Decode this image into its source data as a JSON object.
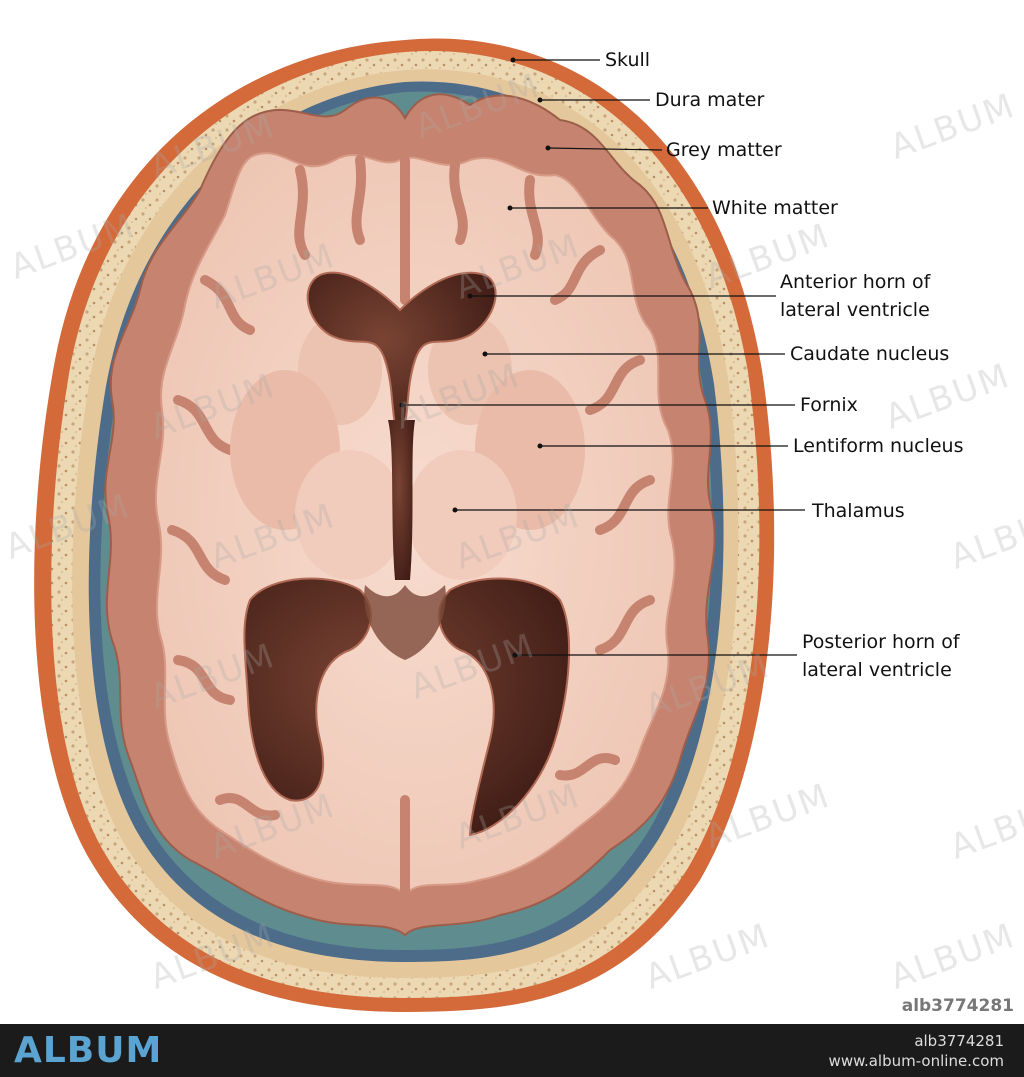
{
  "labels": {
    "skull": "Skull",
    "dura_mater": "Dura mater",
    "grey_matter": "Grey matter",
    "white_matter": "White matter",
    "anterior_horn_1": "Anterior horn of",
    "anterior_horn_2": "lateral ventricle",
    "caudate_nucleus": "Caudate nucleus",
    "fornix": "Fornix",
    "lentiform_nucleus": "Lentiform nucleus",
    "thalamus": "Thalamus",
    "posterior_horn_1": "Posterior horn of",
    "posterior_horn_2": "lateral ventricle"
  },
  "watermark": {
    "text": "ALBUM"
  },
  "image_id": "alb3774281",
  "footer": {
    "logo": "ALBUM",
    "id": "alb3774281",
    "url": "www.album-online.com"
  },
  "colors": {
    "scalp": "#d46a3a",
    "skull_bone": "#ecd9b4",
    "dura": "#4c6c8a",
    "csf_space": "#5f8d8f",
    "grey_matter": "#c68470",
    "white_matter": "#f3d3c4",
    "ventricle": "#5a2c22",
    "footer_logo": "#5ba3d0"
  }
}
